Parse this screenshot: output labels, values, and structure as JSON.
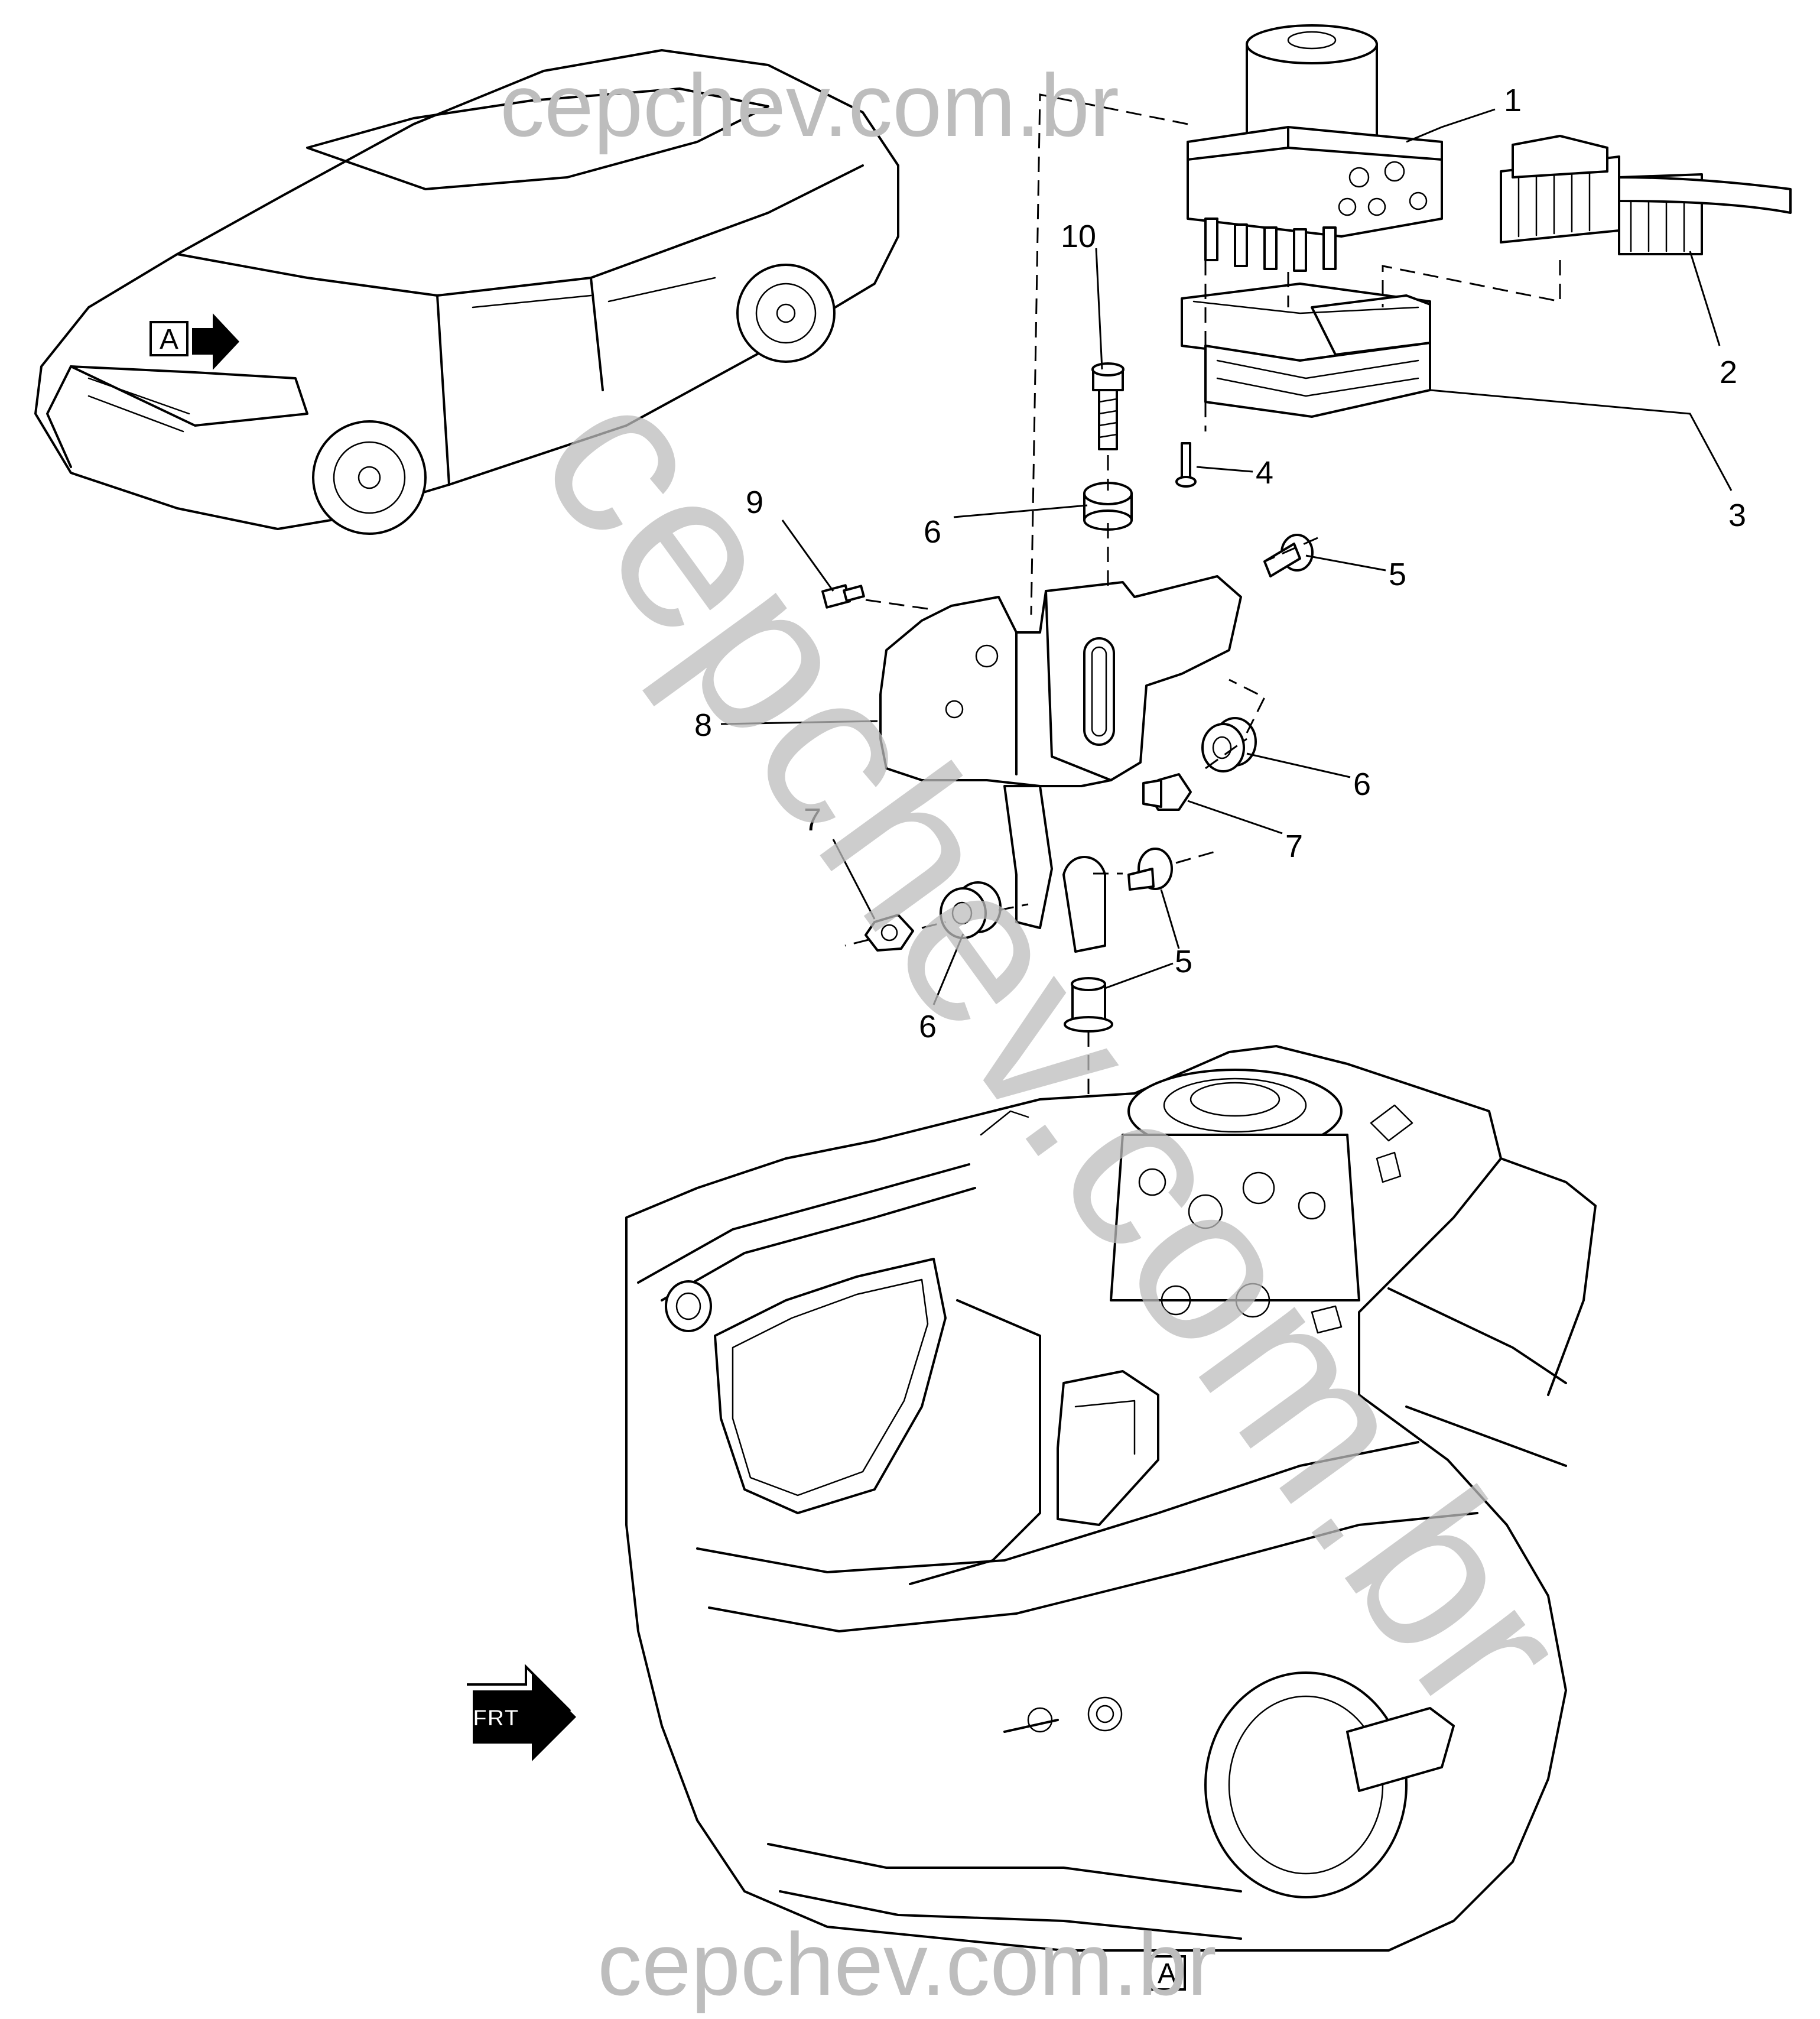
{
  "watermark": {
    "top": "cepchev.com.br",
    "bottom": "cepchev.com.br",
    "diagonal": "cepchev.com.br"
  },
  "view_reference": {
    "label": "A",
    "bottom_label": "A"
  },
  "direction_indicator": {
    "label": "FRT"
  },
  "callouts": [
    {
      "number": "1",
      "part": "brake-pressure-modulator-valve"
    },
    {
      "number": "2",
      "part": "wiring-harness-connector"
    },
    {
      "number": "3",
      "part": "electronic-brake-control-module"
    },
    {
      "number": "4",
      "part": "module-screw"
    },
    {
      "number": "5",
      "part": "bracket-insulator-sleeve"
    },
    {
      "number": "5",
      "part": "bracket-insulator-sleeve"
    },
    {
      "number": "5",
      "part": "bracket-insulator-sleeve"
    },
    {
      "number": "6",
      "part": "insulator-grommet"
    },
    {
      "number": "6",
      "part": "insulator-grommet"
    },
    {
      "number": "6",
      "part": "insulator-grommet"
    },
    {
      "number": "7",
      "part": "nut"
    },
    {
      "number": "7",
      "part": "nut"
    },
    {
      "number": "8",
      "part": "mounting-bracket"
    },
    {
      "number": "9",
      "part": "bracket-bolt"
    },
    {
      "number": "10",
      "part": "bracket-bolt"
    }
  ]
}
